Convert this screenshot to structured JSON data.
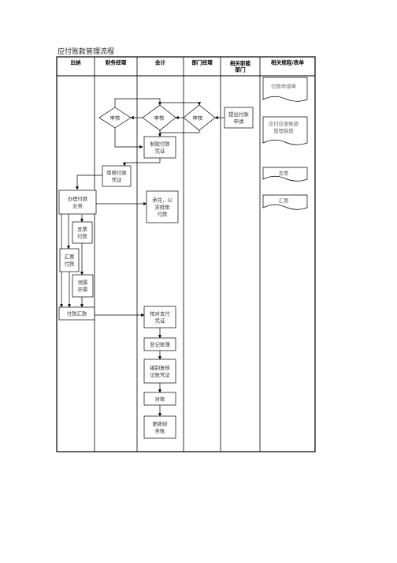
{
  "title": "应付账款管理流程",
  "lanes": [
    {
      "id": "cashier",
      "label": "出纳"
    },
    {
      "id": "finmgr",
      "label": "财务经理"
    },
    {
      "id": "accountant",
      "label": "会计"
    },
    {
      "id": "deptmgr",
      "label": "部门经理"
    },
    {
      "id": "related",
      "label": "相关职能\n部门"
    },
    {
      "id": "docs",
      "label": "相关规程/表单"
    }
  ],
  "nodes": {
    "apply": "提出付款\n申请",
    "review_dept": "审核",
    "review_acct": "审核",
    "review_fin": "审核",
    "voucher": "制取付款\n凭证",
    "review_voucher": "审核付款\n凭证",
    "handle": "办理付款\n业务",
    "cash": "承兑，以\n货抵账\n付款",
    "cheque": "支票\n付款",
    "remit": "汇票\n付款",
    "invoice": "领票\n开票",
    "remittance": "付款汇款",
    "check_voucher": "核对支付\n凭证",
    "ledger": "登记账簿",
    "bookkeeping": "编制复核\n记账凭证",
    "reconcile": "对账",
    "update": "更新财\n务账"
  },
  "docs": {
    "d1": "付款申请单",
    "d2": "应付应收账款\n管理制度",
    "d3": "支票",
    "d4": "汇票"
  }
}
